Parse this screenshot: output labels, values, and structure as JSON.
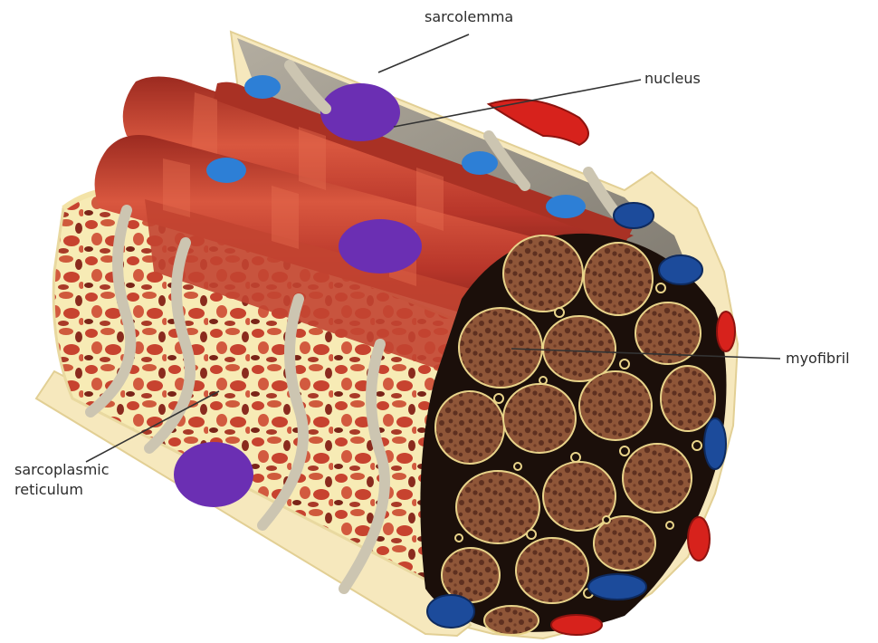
{
  "labels": {
    "sarcolemma": "sarcolemma",
    "nucleus": "nucleus",
    "myofibril": "myofibril",
    "sarcoplasmic_line1": "sarcoplasmic",
    "sarcoplasmic_line2": "reticulum"
  },
  "colors": {
    "background": "#ffffff",
    "sarcolemma_fill": "#f6e8bd",
    "sarcolemma_inner": "#8f8b82",
    "myofibril_red": "#b8362a",
    "myofibril_red_light": "#d9573f",
    "myofibril_cross_section": "#8f5638",
    "myofibril_spots": "#5e3020",
    "reticulum_cream": "#f7ebb5",
    "reticulum_holes": "#c7432f",
    "nucleus_purple": "#6b2fb3",
    "mitochondria_blue": "#2d7fd6",
    "dark_blue": "#1c4b9b",
    "blood_cell_red": "#d7221c",
    "t_tubule": "#ccc5b1",
    "leader_line": "#333333",
    "text": "#2b2b2b"
  }
}
